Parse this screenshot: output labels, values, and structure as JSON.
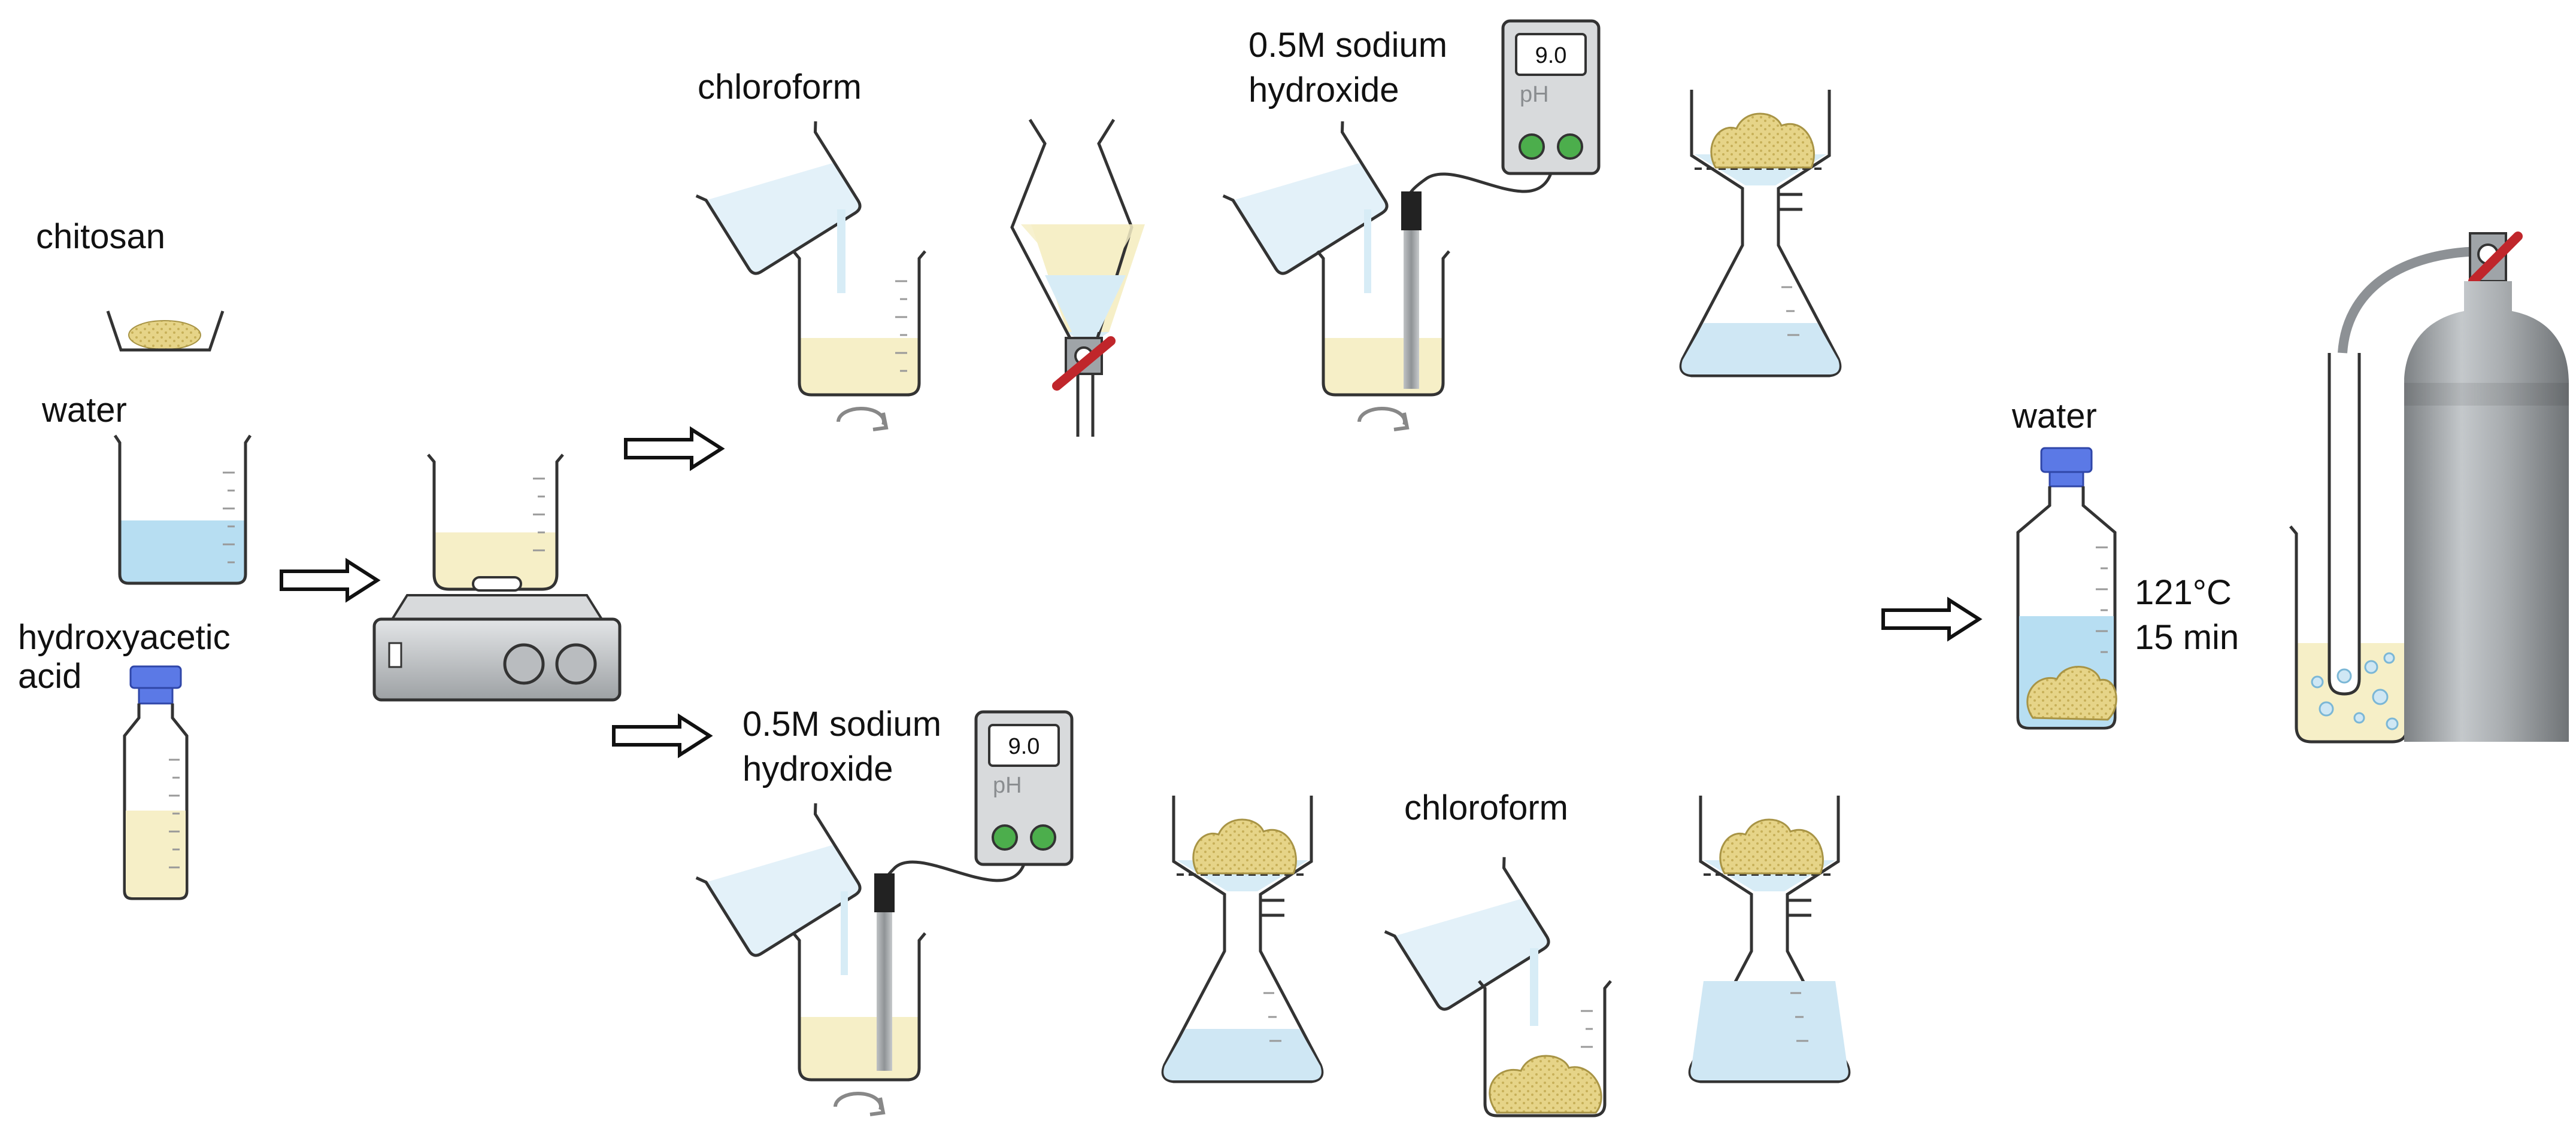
{
  "colors": {
    "water": "#b7def2",
    "solution": "#f6efc7",
    "chitosan": "#e6d488",
    "cap": "#5b79e6",
    "meter_button": "#4cae4c",
    "valve": "#c0262b",
    "metal": "#9fa4a8"
  },
  "inputs": {
    "chitosan": "chitosan",
    "water": "water",
    "acid": "hydroxyacetic\nacid"
  },
  "route_top": {
    "solvent": "chloroform",
    "base": "0.5M sodium\nhydroxide",
    "ph_reading": "9.0",
    "ph_unit": "pH"
  },
  "route_bottom": {
    "base": "0.5M sodium\nhydroxide",
    "ph_reading": "9.0",
    "ph_unit": "pH",
    "solvent": "chloroform"
  },
  "final": {
    "water": "water",
    "temperature": "121°C",
    "time": "15 min"
  },
  "icons": [
    "petri-dish-icon",
    "beaker-icon",
    "reagent-bottle-icon",
    "magnetic-stirrer-icon",
    "separatory-funnel-icon",
    "ph-meter-icon",
    "buchner-flask-icon",
    "gas-cylinder-icon",
    "arrow-icon"
  ]
}
